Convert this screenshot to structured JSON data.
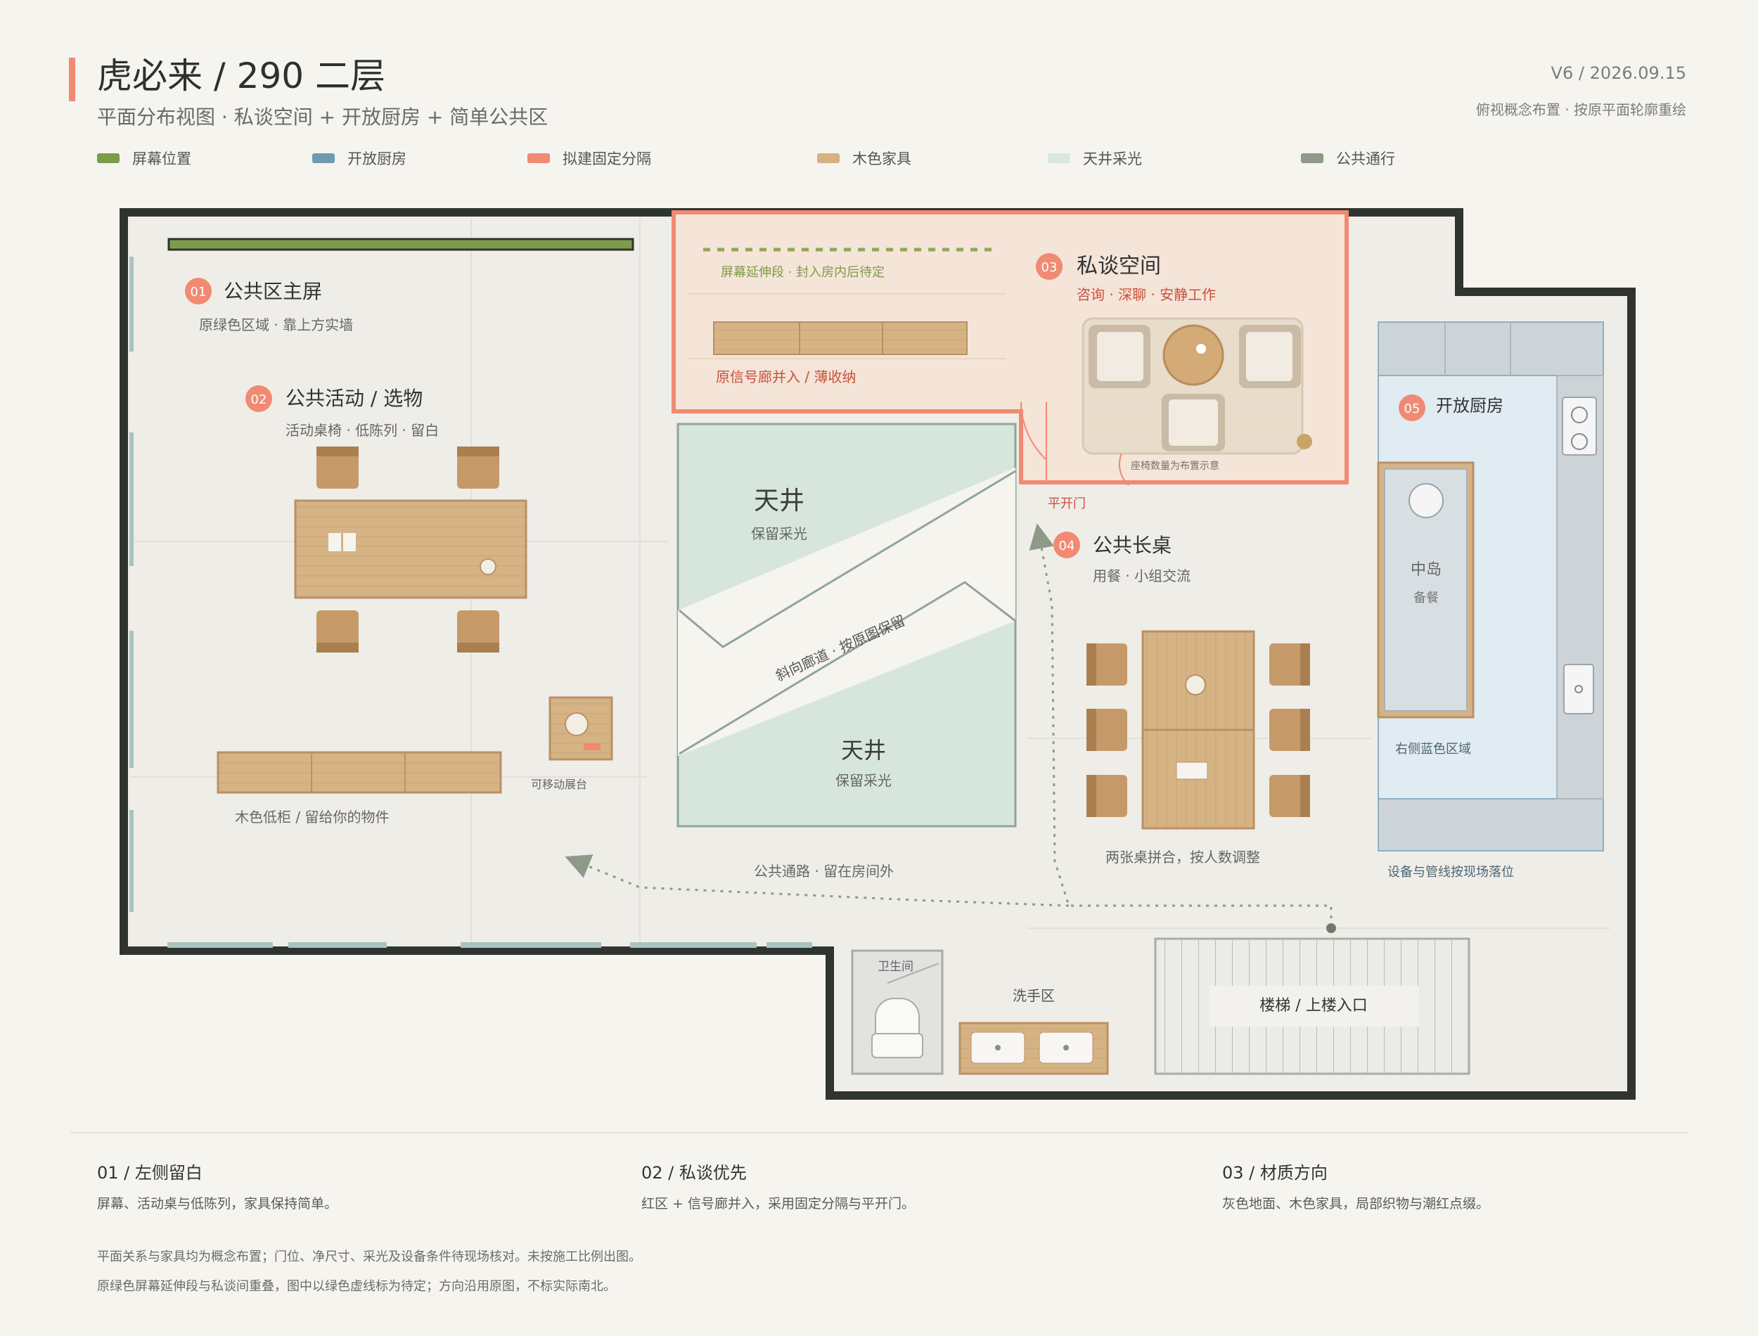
{
  "header": {
    "title": "虎必来 / 290 二层",
    "subtitle": "平面分布视图 · 私谈空间 + 开放厨房 + 简单公共区",
    "version": "V6 / 2026.09.15",
    "version_note": "俯视概念布置 · 按原平面轮廓重绘"
  },
  "legend": [
    {
      "label": "屏幕位置",
      "color": "#7d9c4a"
    },
    {
      "label": "开放厨房",
      "color": "#6f9bb0"
    },
    {
      "label": "拟建固定分隔",
      "color": "#f08a72"
    },
    {
      "label": "木色家具",
      "color": "#d5b183"
    },
    {
      "label": "天井采光",
      "color": "#d8e7df"
    },
    {
      "label": "公共通行",
      "color": "#8f9988"
    }
  ],
  "zones": {
    "z01": {
      "num": "01",
      "title": "公共区主屏",
      "sub": "原绿色区域 · 靠上方实墙"
    },
    "z02": {
      "num": "02",
      "title": "公共活动 / 选物",
      "sub": "活动桌椅 · 低陈列 · 留白"
    },
    "z03": {
      "num": "03",
      "title": "私谈空间",
      "sub": "咨询 · 深聊 · 安静工作"
    },
    "z04": {
      "num": "04",
      "title": "公共长桌",
      "sub": "用餐 · 小组交流"
    },
    "z05": {
      "num": "05",
      "title": "开放厨房"
    }
  },
  "labels": {
    "screen_ext": "屏幕延伸段 · 封入房内后待定",
    "corridor_storage": "原信号廊并入 / 薄收纳",
    "seat_note": "座椅数量为布置示意",
    "door": "平开门",
    "courtyard": "天井",
    "courtyard_sub": "保留采光",
    "diag_corridor": "斜向廊道 · 按原图保留",
    "low_cabinet": "木色低柜 / 留给你的物件",
    "display": "可移动展台",
    "public_path": "公共通路 · 留在房间外",
    "long_table": "两张桌拼合，按人数调整",
    "island": "中岛",
    "island_sub": "备餐",
    "kitchen_blue": "右侧蓝色区域",
    "kitchen_note": "设备与管线按现场落位",
    "wc": "卫生间",
    "wash": "洗手区",
    "stairs": "楼梯 / 上楼入口"
  },
  "notes": [
    {
      "title": "01 / 左侧留白",
      "text": "屏幕、活动桌与低陈列，家具保持简单。"
    },
    {
      "title": "02 / 私谈优先",
      "text": "红区 + 信号廊并入，采用固定分隔与平开门。"
    },
    {
      "title": "03 / 材质方向",
      "text": "灰色地面、木色家具，局部织物与潮红点缀。"
    }
  ],
  "footer": [
    "平面关系与家具均为概念布置；门位、净尺寸、采光及设备条件待现场核对。未按施工比例出图。",
    "原绿色屏幕延伸段与私谈间重叠，图中以绿色虚线标为待定；方向沿用原图，不标实际南北。"
  ]
}
